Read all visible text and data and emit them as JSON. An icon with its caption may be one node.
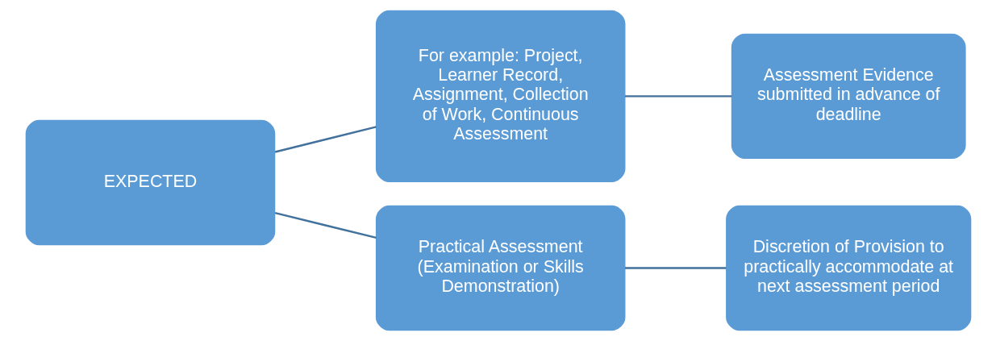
{
  "diagram": {
    "nodes": [
      {
        "text": [
          "EXPECTED"
        ]
      },
      {
        "text": [
          "For example: Project, Learner Record, Assignment, Collection of Work, Continuous Assessment"
        ]
      },
      {
        "text": [
          "Practical Assessment (Examination or Skills Demonstration)"
        ]
      },
      {
        "text": [
          "Assessment Evidence submitted in advance of deadline"
        ]
      },
      {
        "text": [
          "Discretion of Provision to practically accommodate at next assessment period"
        ]
      }
    ],
    "edges": [
      {
        "from": 0,
        "to": 1,
        "arrow": "none"
      },
      {
        "from": 0,
        "to": 2,
        "arrow": "none"
      },
      {
        "from": 1,
        "to": 3,
        "arrow": "none"
      },
      {
        "from": 2,
        "to": 4,
        "arrow": "none"
      }
    ]
  }
}
